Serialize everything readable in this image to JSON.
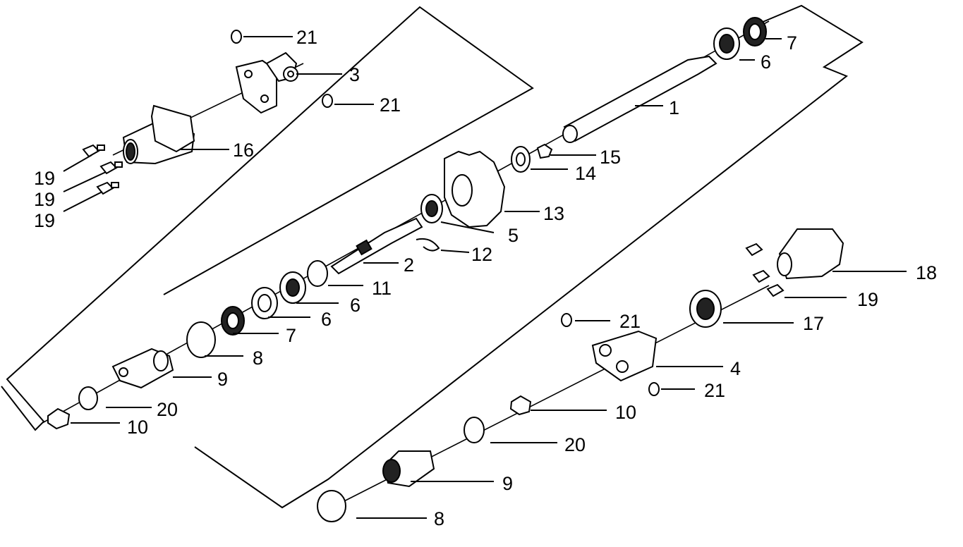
{
  "diagram": {
    "callouts": {
      "c21_top": "21",
      "c3": "3",
      "c21_mid": "21",
      "c16": "16",
      "c19_a": "19",
      "c19_b": "19",
      "c19_c": "19",
      "c7_top": "7",
      "c6_top": "6",
      "c1": "1",
      "c15": "15",
      "c14": "14",
      "c13": "13",
      "c5": "5",
      "c12": "12",
      "c2": "2",
      "c11": "11",
      "c6_a": "6",
      "c6_b": "6",
      "c7_mid": "7",
      "c8_left": "8",
      "c9_left": "9",
      "c20_left": "20",
      "c10_left": "10",
      "c18": "18",
      "c19_right": "19",
      "c17": "17",
      "c21_right_top": "21",
      "c4": "4",
      "c21_right_bot": "21",
      "c10_right": "10",
      "c20_right": "20",
      "c9_right": "9",
      "c8_bottom": "8"
    }
  }
}
